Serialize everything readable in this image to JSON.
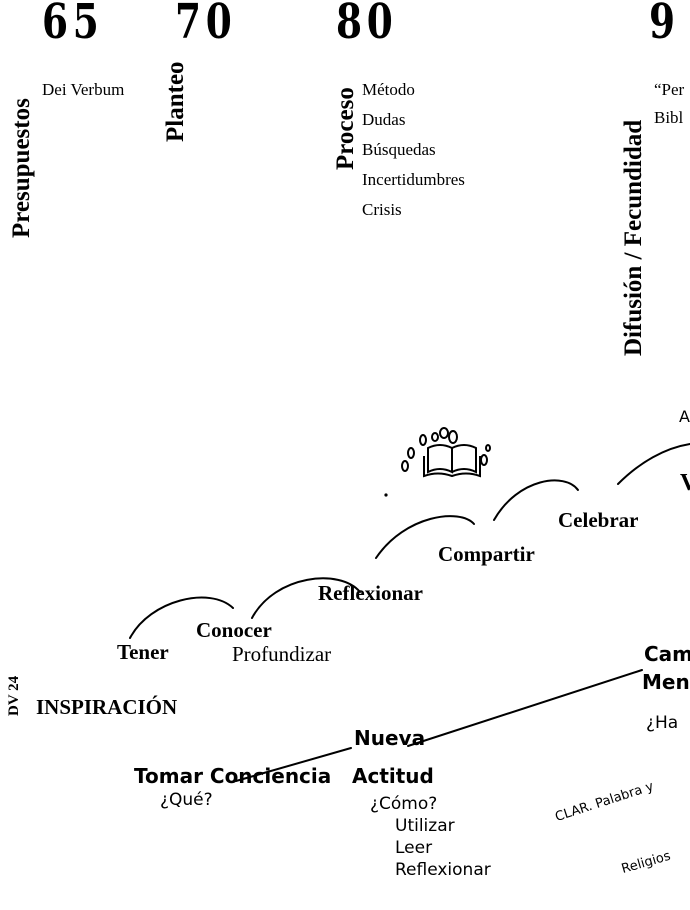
{
  "timeline": {
    "years": [
      "65",
      "70",
      "80",
      "9"
    ],
    "stages": {
      "presupuestos": {
        "title": "Presupuestos",
        "items": [
          "Dei Verbum"
        ]
      },
      "planteo": {
        "title": "Planteo"
      },
      "proceso": {
        "title": "Proceso",
        "items": [
          "Método",
          "Dudas",
          "Búsquedas",
          "Incertidumbres",
          "Crisis"
        ]
      },
      "difusion": {
        "title": "Difusión / Fecundidad",
        "items": [
          "“Per",
          "Bibl"
        ]
      }
    }
  },
  "journey": {
    "steps": [
      "Tener",
      "Conocer",
      "Profundizar",
      "Reflexionar",
      "Compartir",
      "Celebrar",
      "V",
      "A"
    ]
  },
  "lower": {
    "dv": "DV 24",
    "inspiracion": "INSPIRACIÓN",
    "tomar": "Tomar Conciencia",
    "que": "¿Qué?",
    "nueva": "Nueva",
    "actitud": "Actitud",
    "como": "¿Cómo?",
    "como_items": [
      "Utilizar",
      "Leer",
      "Reflexionar"
    ],
    "cam": "Cam",
    "men": "Men",
    "ha": "¿Ha",
    "clar": "CLAR. Palabra y",
    "religios": "Religios"
  }
}
